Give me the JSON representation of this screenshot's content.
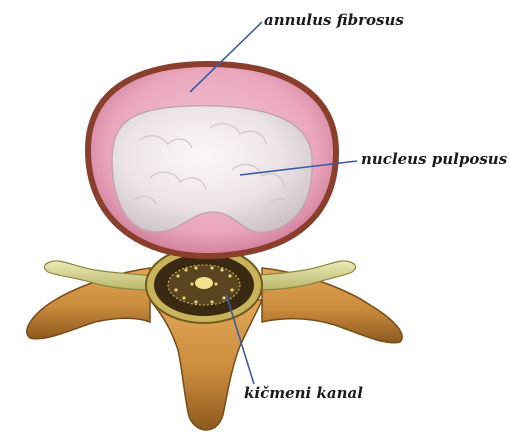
{
  "labels": {
    "annulus": "annulus fibrosus",
    "nucleus": "nucleus pulposus",
    "canal": "kičmeni kanal"
  },
  "colors": {
    "annulus_fill": "#e9a6bd",
    "annulus_rim": "#8a3f2c",
    "nucleus_fill": "#efe8ea",
    "bone": "#c98b3c",
    "nerve_root": "#d9d79a",
    "spinal_canal": "#3a2a12",
    "leader_line": "#3b5ba5",
    "label_text": "#1a1a1a"
  }
}
